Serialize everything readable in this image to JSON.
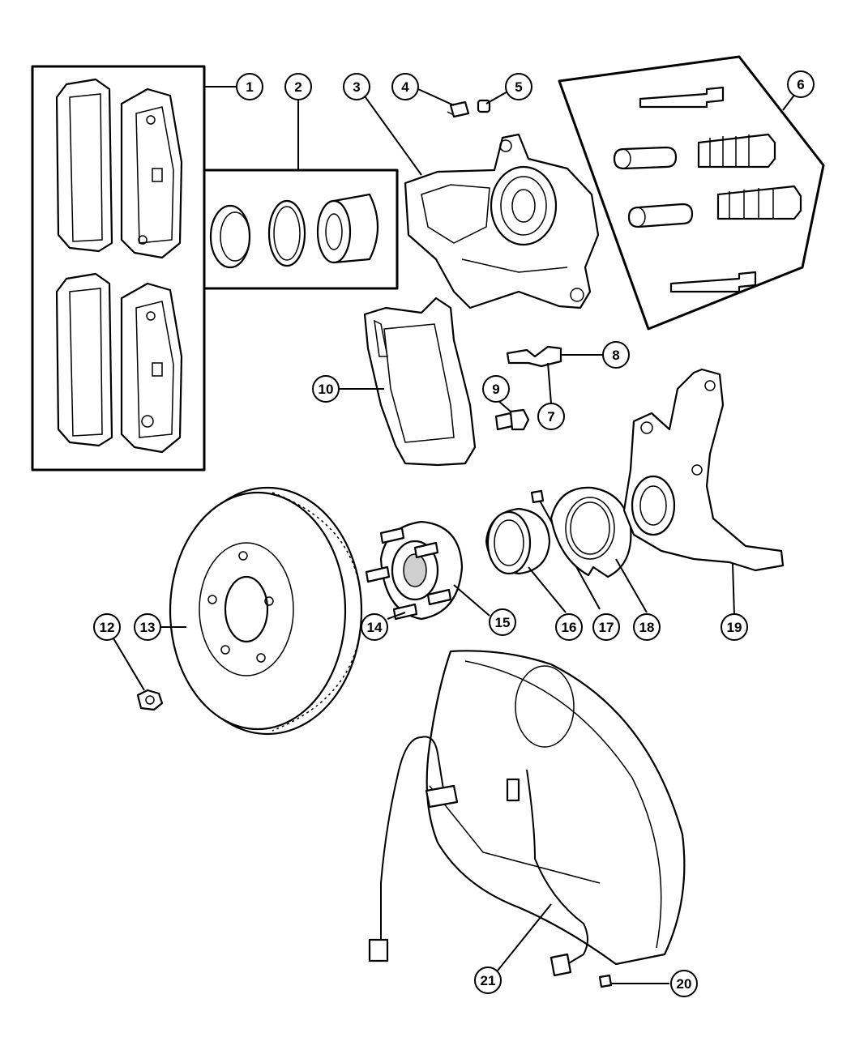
{
  "callouts": [
    "1",
    "2",
    "3",
    "4",
    "5",
    "6",
    "7",
    "8",
    "9",
    "10",
    "12",
    "13",
    "14",
    "15",
    "16",
    "17",
    "18",
    "19",
    "20",
    "21"
  ]
}
